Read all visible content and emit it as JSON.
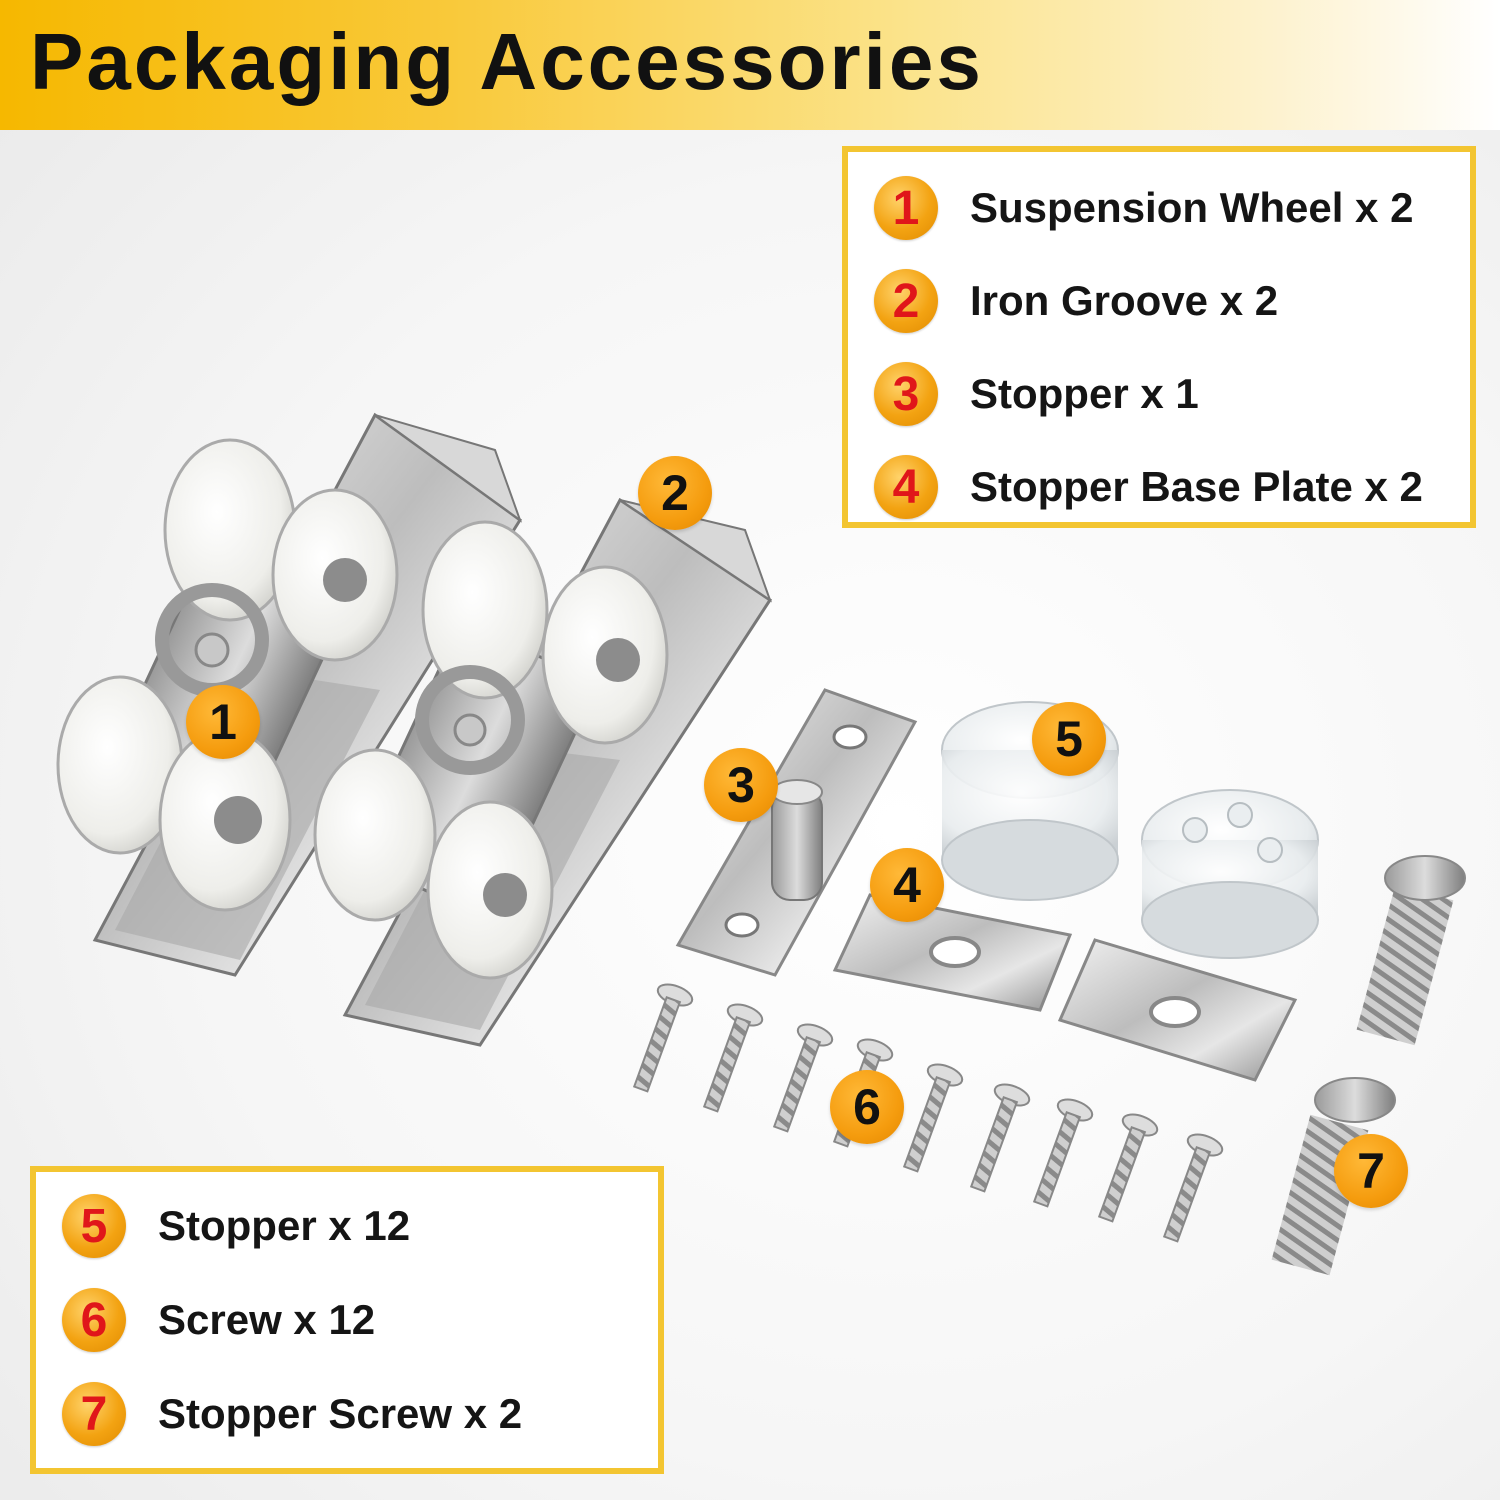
{
  "header": {
    "title": "Packaging Accessories"
  },
  "colors": {
    "accent": "#f3c531",
    "badge": "#f59c0e",
    "badge_number": "#e0161a"
  },
  "legend_top": [
    {
      "number": "1",
      "text": "Suspension Wheel x 2"
    },
    {
      "number": "2",
      "text": "Iron Groove x 2"
    },
    {
      "number": "3",
      "text": "Stopper x 1"
    },
    {
      "number": "4",
      "text": "Stopper Base Plate x 2"
    }
  ],
  "legend_bottom": [
    {
      "number": "5",
      "text": "Stopper x 12"
    },
    {
      "number": "6",
      "text": "Screw x 12"
    },
    {
      "number": "7",
      "text": "Stopper Screw x 2"
    }
  ],
  "callouts": [
    "1",
    "2",
    "3",
    "4",
    "5",
    "6",
    "7"
  ]
}
